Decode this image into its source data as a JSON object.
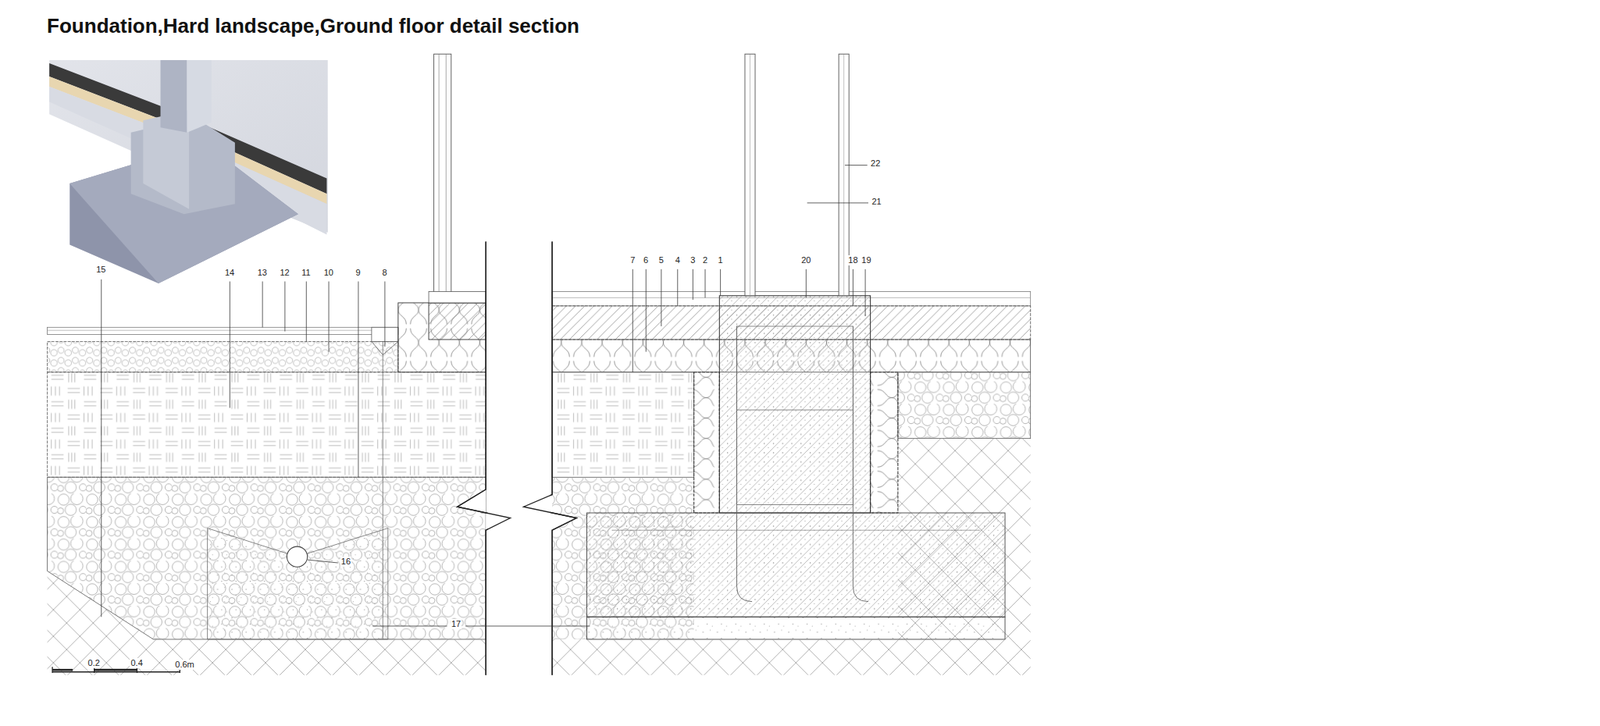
{
  "diagram": {
    "title": "Foundation,Hard landscape,Ground floor detail section",
    "labels": [
      "15",
      "14",
      "13",
      "12",
      "11",
      "10",
      "9",
      "8",
      "7",
      "6",
      "5",
      "4",
      "3",
      "2",
      "1",
      "20",
      "18",
      "19",
      "22",
      "21",
      "16",
      "17",
      "0.2",
      "0.4",
      "0.6m"
    ]
  }
}
